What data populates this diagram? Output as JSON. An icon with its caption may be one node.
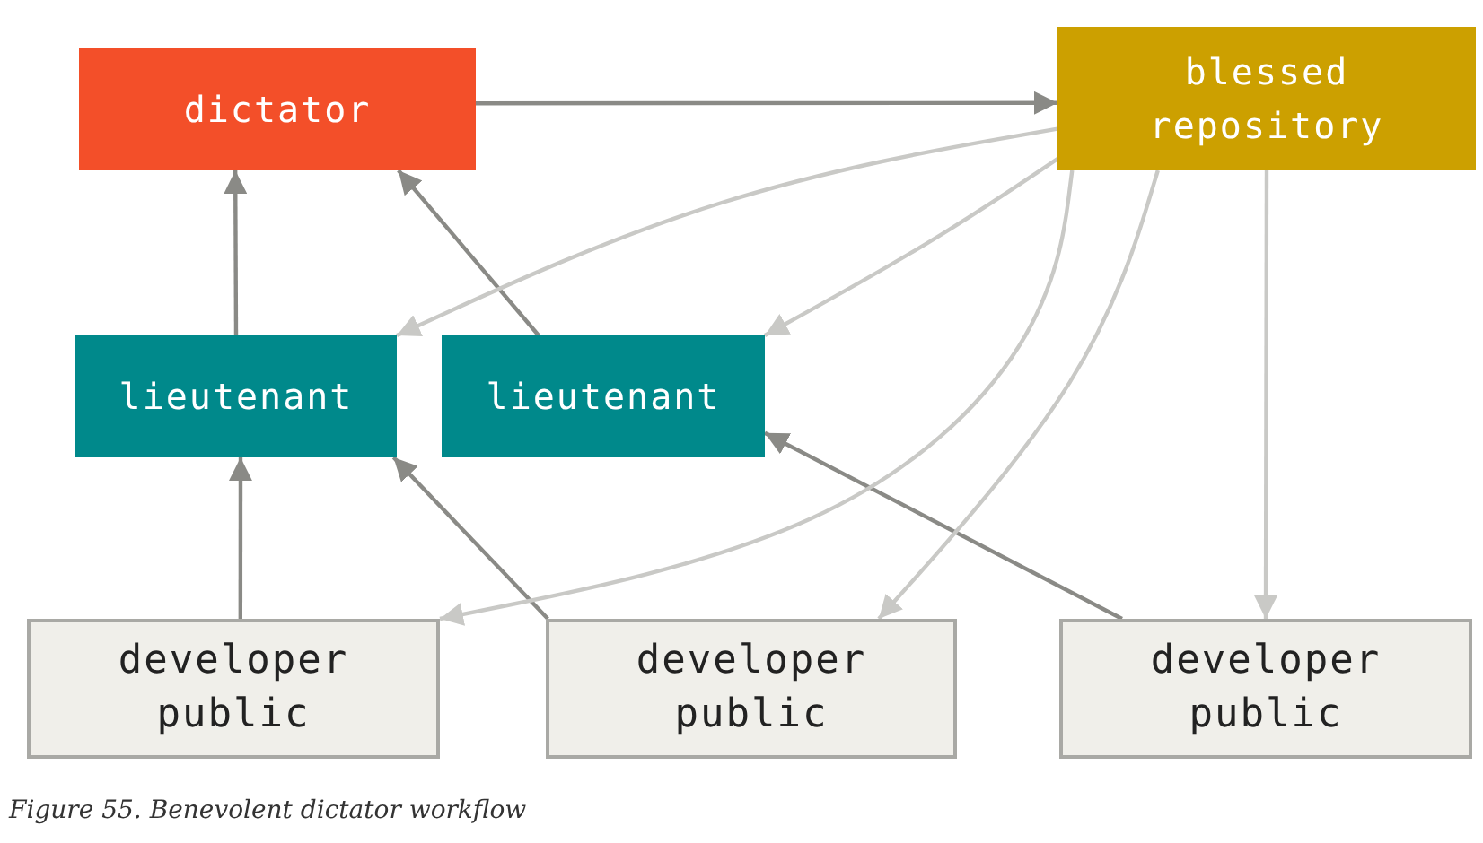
{
  "diagram": {
    "caption": "Figure 55. Benevolent dictator workflow",
    "nodes": [
      {
        "text": [
          "dictator"
        ]
      },
      {
        "text": [
          "blessed repository"
        ]
      },
      {
        "text": [
          "lieutenant"
        ]
      },
      {
        "text": [
          "lieutenant"
        ]
      },
      {
        "text": [
          "developer public"
        ]
      },
      {
        "text": [
          "developer public"
        ]
      },
      {
        "text": [
          "developer public"
        ]
      }
    ],
    "edges": [
      {
        "from": 0,
        "to": 1,
        "arrow": "to"
      },
      {
        "from": 2,
        "to": 0,
        "arrow": "to"
      },
      {
        "from": 3,
        "to": 0,
        "arrow": "to"
      },
      {
        "from": 4,
        "to": 2,
        "arrow": "to"
      },
      {
        "from": 5,
        "to": 2,
        "arrow": "to"
      },
      {
        "from": 6,
        "to": 3,
        "arrow": "to"
      },
      {
        "from": 1,
        "to": 2,
        "arrow": "to",
        "color": "#c9c9c6"
      },
      {
        "from": 1,
        "to": 3,
        "arrow": "to",
        "color": "#c9c9c6"
      },
      {
        "from": 1,
        "to": 4,
        "arrow": "to",
        "color": "#c9c9c6"
      },
      {
        "from": 1,
        "to": 5,
        "arrow": "to",
        "color": "#c9c9c6"
      },
      {
        "from": 1,
        "to": 6,
        "arrow": "to",
        "color": "#c9c9c6"
      }
    ]
  }
}
